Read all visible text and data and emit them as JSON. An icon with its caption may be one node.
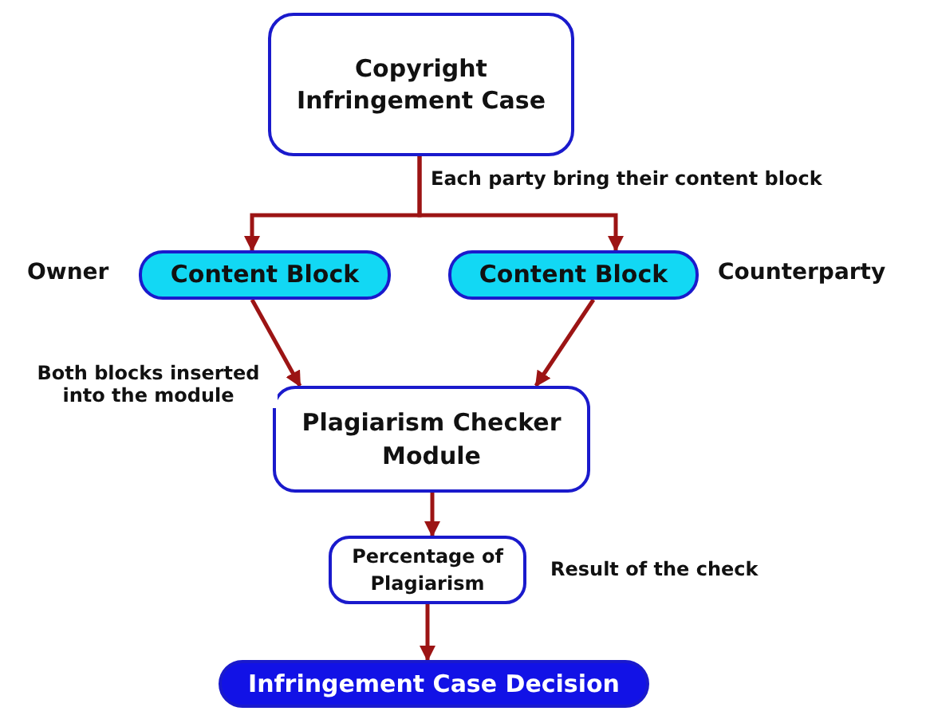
{
  "diagram": {
    "nodes": [
      {
        "text": [
          "Copyright Infringement Case"
        ]
      },
      {
        "text": [
          "Content Block"
        ],
        "beside": [
          "Owner"
        ]
      },
      {
        "text": [
          "Content Block"
        ],
        "beside": [
          "Counterparty"
        ]
      },
      {
        "text": [
          "Plagiarism Checker Module"
        ]
      },
      {
        "text": [
          "Percentage of Plagiarism"
        ],
        "beside": [
          "Result of the check"
        ]
      },
      {
        "text": [
          "Infringement Case Decision"
        ]
      }
    ],
    "edges": [
      {
        "from": 0,
        "to": 1,
        "arrow": "to",
        "label": "Each party bring their content block"
      },
      {
        "from": 0,
        "to": 2,
        "arrow": "to"
      },
      {
        "from": 1,
        "to": 3,
        "arrow": "to",
        "label": "Both blocks inserted into the module"
      },
      {
        "from": 2,
        "to": 3,
        "arrow": "to"
      },
      {
        "from": 3,
        "to": 4,
        "arrow": "to"
      },
      {
        "from": 4,
        "to": 5,
        "arrow": "to"
      }
    ]
  }
}
